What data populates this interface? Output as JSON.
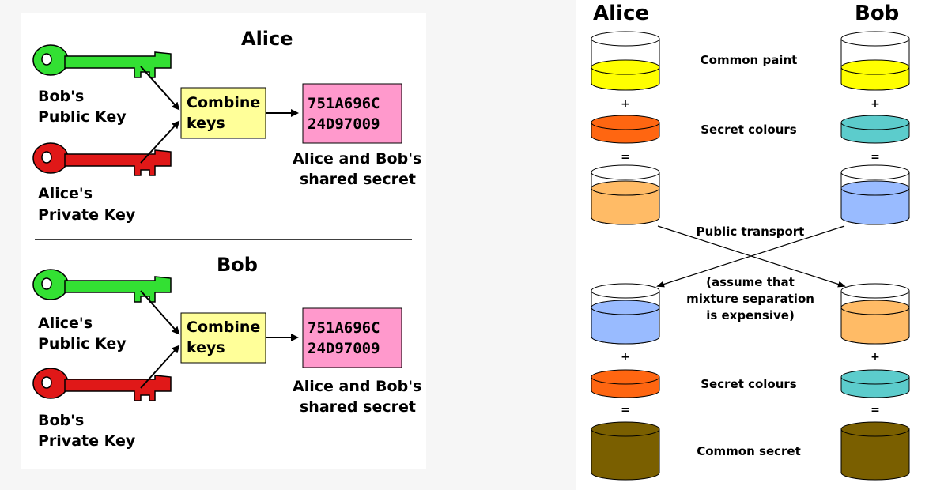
{
  "left": {
    "alice": {
      "title": "Alice",
      "key1_line1": "Bob's",
      "key1_line2": "Public Key",
      "key2_line1": "Alice's",
      "key2_line2": "Private Key",
      "combine_line1": "Combine",
      "combine_line2": "keys",
      "secret_line1": "751A696C",
      "secret_line2": "24D97009",
      "shared_line1": "Alice and Bob's",
      "shared_line2": "shared secret"
    },
    "bob": {
      "title": "Bob",
      "key1_line1": "Alice's",
      "key1_line2": "Public Key",
      "key2_line1": "Bob's",
      "key2_line2": "Private Key",
      "combine_line1": "Combine",
      "combine_line2": "keys",
      "secret_line1": "751A696C",
      "secret_line2": "24D97009",
      "shared_line1": "Alice and Bob's",
      "shared_line2": "shared secret"
    }
  },
  "right": {
    "alice_title": "Alice",
    "bob_title": "Bob",
    "common_paint": "Common paint",
    "secret_colours_1": "Secret colours",
    "public_transport": "Public transport",
    "assume_line1": "(assume that",
    "assume_line2": "mixture separation",
    "assume_line3": "is expensive)",
    "secret_colours_2": "Secret colours",
    "common_secret": "Common secret",
    "plus": "+",
    "equals": "="
  },
  "colors": {
    "public_key": "#33e033",
    "private_key": "#e01818",
    "combine_box": "#ffff99",
    "secret_box": "#ff99cc",
    "common_paint": "#ffff00",
    "alice_secret": "#ff6611",
    "bob_secret": "#5ccccc",
    "alice_mix": "#ffbb66",
    "bob_mix": "#99bbff",
    "common_secret": "#7a5f00"
  }
}
